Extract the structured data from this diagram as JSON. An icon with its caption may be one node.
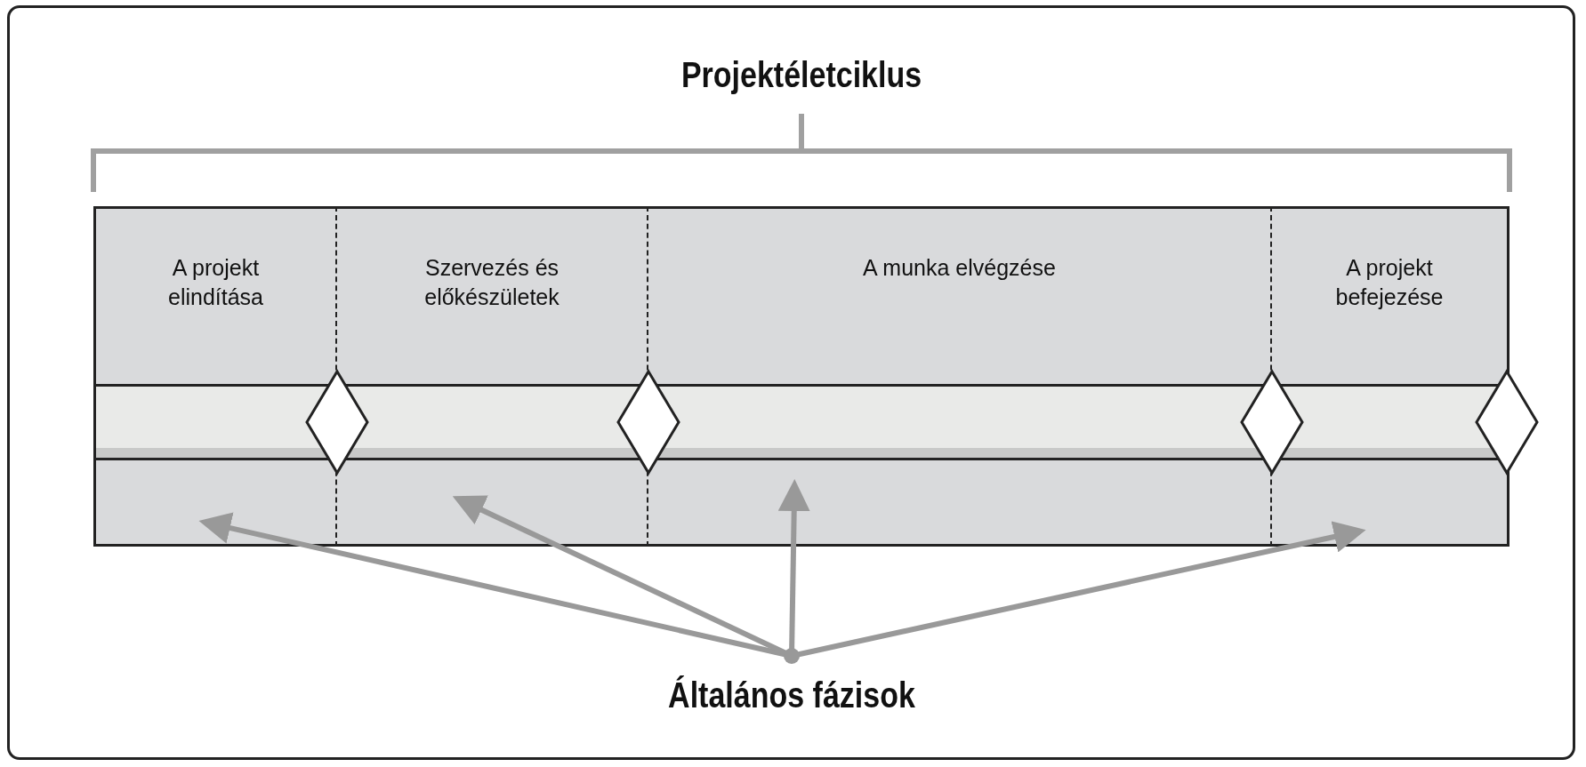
{
  "diagram": {
    "title": "Projektéletciklus",
    "nodes": [
      {
        "text": [
          "A projekt elindítása"
        ]
      },
      {
        "text": [
          "Szervezés és előkészületek"
        ]
      },
      {
        "text": [
          "A munka elvégzése"
        ]
      },
      {
        "text": [
          "A projekt befejezése"
        ]
      },
      {
        "text": [],
        "shape": "diamond"
      },
      {
        "text": [],
        "shape": "diamond"
      },
      {
        "text": [],
        "shape": "diamond"
      },
      {
        "text": [],
        "shape": "diamond"
      },
      {
        "text": [
          "Általános fázisok"
        ]
      }
    ],
    "edges": [
      {
        "from": 8,
        "to": 0,
        "arrow": "to"
      },
      {
        "from": 8,
        "to": 1,
        "arrow": "to"
      },
      {
        "from": 8,
        "to": 2,
        "arrow": "to"
      },
      {
        "from": 8,
        "to": 3,
        "arrow": "to"
      }
    ]
  }
}
